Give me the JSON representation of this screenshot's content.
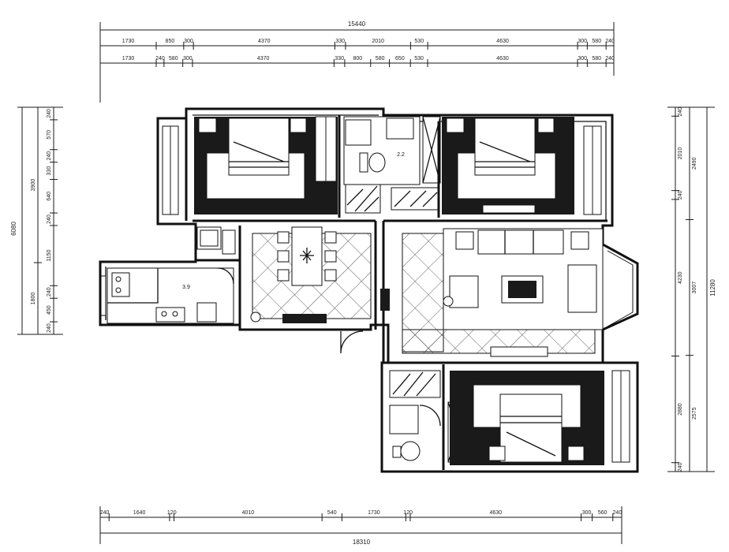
{
  "dimensions": {
    "top": {
      "overall": "15440",
      "row1": [
        "1730",
        "850",
        "300",
        "4370",
        "330",
        "2010",
        "530",
        "4630",
        "300",
        "580",
        "240"
      ],
      "row2": [
        "1730",
        "240",
        "580",
        "300",
        "4370",
        "330",
        "800",
        "580",
        "650",
        "530",
        "4630",
        "300",
        "580",
        "240"
      ]
    },
    "bottom": {
      "overall": "18310",
      "row1": [
        "240",
        "1640",
        "120",
        "4010",
        "540",
        "1730",
        "120",
        "4630",
        "300",
        "560",
        "240"
      ]
    },
    "left": {
      "overall": "6080",
      "row1": [
        "3900",
        "1800"
      ],
      "row2": [
        "240",
        "570",
        "240",
        "330",
        "640",
        "240",
        "1150",
        "240",
        "450",
        "240"
      ]
    },
    "right": {
      "overall": "11280",
      "row1": [
        "2490",
        "3007",
        "2575"
      ],
      "row2": [
        "240",
        "2010",
        "240",
        "4230",
        "2880",
        "240"
      ]
    }
  },
  "rooms": {
    "bath_top_area": "2.2",
    "kitchen_area": "3.9"
  }
}
